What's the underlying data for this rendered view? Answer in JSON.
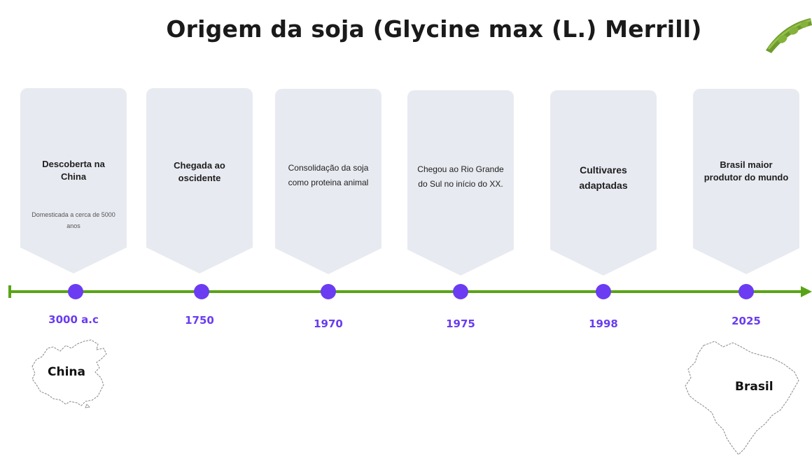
{
  "title": "Origem da soja (Glycine max (L.) Merrill)",
  "events": [
    {
      "label": "Descoberta na China",
      "sub": "Domesticada a cerca de 5000 anos",
      "year": "3000 a.c"
    },
    {
      "label": "Chegada ao oscidente",
      "year": "1750"
    },
    {
      "label": "Consolidação da soja como proteina animal",
      "year": "1970"
    },
    {
      "label": "Chegou ao Rio Grande do Sul no início do XX.",
      "year": "1975"
    },
    {
      "label": "Cultivares adaptadas",
      "year": "1998"
    },
    {
      "label": "Brasil maior produtor do mundo",
      "year": "2025"
    }
  ],
  "maps": {
    "china": {
      "label": "China"
    },
    "brasil": {
      "label": "Brasil"
    }
  },
  "colors": {
    "timeline": "#5aa317",
    "marker": "#6b3cf2",
    "year_text": "#6a3cf0",
    "card": "#e8eaf1"
  },
  "icons": [
    "soybean-pod-icon",
    "china-map-outline",
    "brazil-map-outline"
  ]
}
